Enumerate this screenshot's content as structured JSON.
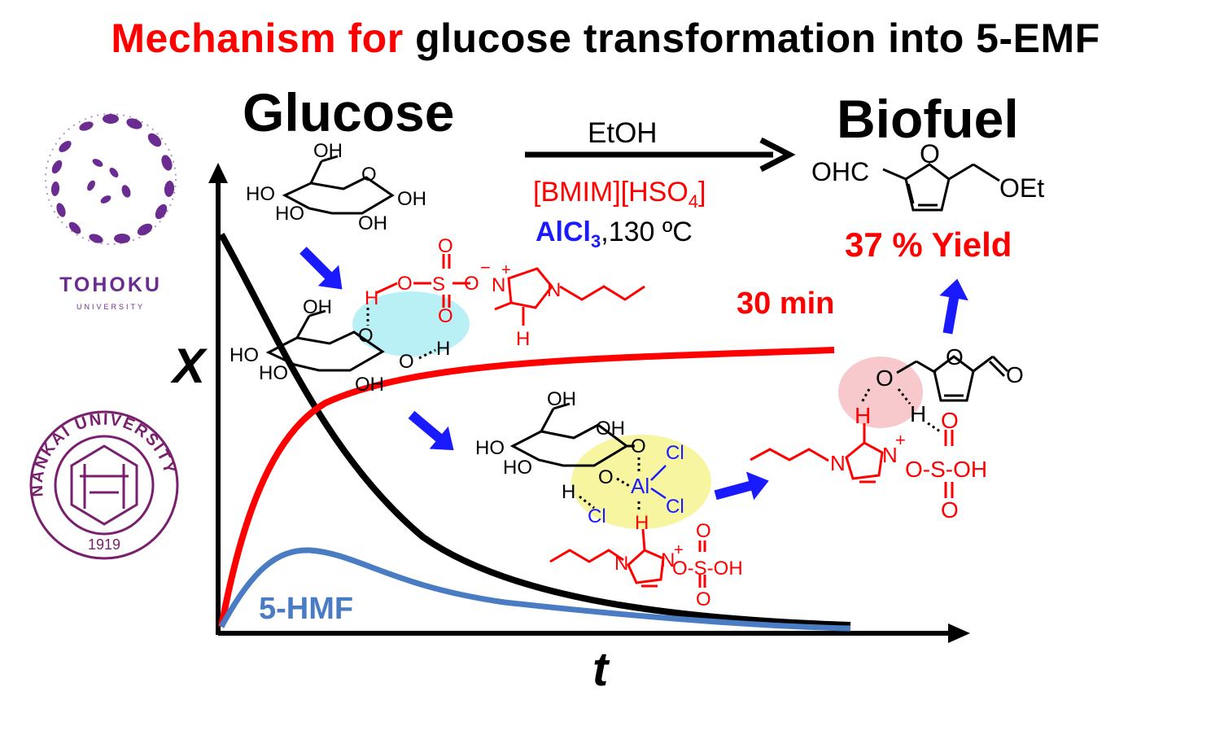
{
  "title": {
    "part1": "Mechanism for",
    "part2": "glucose transformation into 5-EMF"
  },
  "labels": {
    "reactant": "Glucose",
    "product": "Biofuel",
    "solvent": "EtOH",
    "ionic_liquid": "[BMIM][HSO",
    "ionic_liquid_sub": "4",
    "ionic_liquid_close": "]",
    "catalyst": "AlCl",
    "catalyst_sub": "3",
    "temperature": ",130 ºC",
    "yield": "37 % Yield",
    "time": "30 min",
    "hmf": "5-HMF",
    "x_axis": "t",
    "y_axis": "X"
  },
  "logos": {
    "tohoku": {
      "name": "TOHOKU",
      "sub": "UNIVERSITY",
      "color": "#6a2c91"
    },
    "nankai": {
      "name": "NANKAI UNIVERSITY",
      "year": "1919",
      "color": "#7a1f6e"
    }
  },
  "colors": {
    "red": "#ff0000",
    "blue": "#1a1aff",
    "curve_blue": "#4a7cc4",
    "black": "#000000",
    "cyan_hl": "#b8f0f5",
    "yellow_hl": "#f7f5a0",
    "pink_hl": "#f7c8cc"
  },
  "chem": {
    "oh": "OH",
    "ho": "HO",
    "o": "O",
    "h": "H",
    "s": "S",
    "al": "Al",
    "cl": "Cl",
    "n": "N",
    "ohc": "OHC",
    "oet": "OEt",
    "plus": "+",
    "minus": "−",
    "oso3h": "O-S-OH"
  }
}
